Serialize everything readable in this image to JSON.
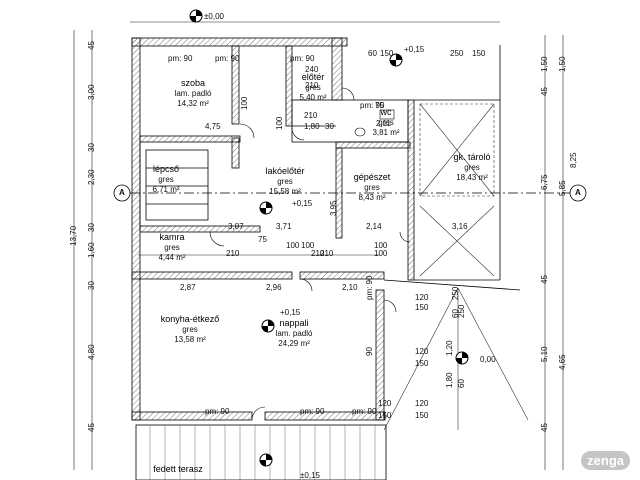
{
  "rooms": [
    {
      "name": "szoba",
      "floor": "lam. padló",
      "area": "14,32 m²"
    },
    {
      "name": "előtér",
      "floor": "gres",
      "area": "5,40 m²"
    },
    {
      "name": "wc",
      "floor": "gres",
      "area": "3,81 m²"
    },
    {
      "name": "lépcső",
      "floor": "gres",
      "area": "6,71 m²"
    },
    {
      "name": "lakóelőtér",
      "floor": "gres",
      "area": "15,58 m²"
    },
    {
      "name": "gépészet",
      "floor": "gres",
      "area": "8,43 m²"
    },
    {
      "name": "gk. tároló",
      "floor": "gres",
      "area": "18,43 m²"
    },
    {
      "name": "kamra",
      "floor": "gres",
      "area": "4,44 m²"
    },
    {
      "name": "konyha-étkező",
      "floor": "gres",
      "area": "13,58 m²"
    },
    {
      "name": "nappali",
      "floor": "lam. padló",
      "area": "24,29 m²"
    },
    {
      "name": "fedett terasz",
      "floor": "",
      "area": ""
    }
  ],
  "levels": [
    "±0,00",
    "+0,15",
    "+0,15",
    "+0,15",
    "0,00",
    "±0,15"
  ],
  "section_marker": "A",
  "dims_left": [
    "45",
    "3,00",
    "30",
    "2,30",
    "30",
    "1,60",
    "13,70",
    "30",
    "4,80",
    "45"
  ],
  "dims_right_a": [
    "1,50",
    "45",
    "6,75",
    "45",
    "5,10",
    "45"
  ],
  "dims_right_b": [
    "1,50",
    "8,25",
    "5,85",
    "4,65"
  ],
  "dims_h": [
    "4,75",
    "1,80",
    "30",
    "3,07",
    "3,71",
    "2,14",
    "3,16",
    "2,87",
    "2,96",
    "2,10"
  ],
  "openings": [
    "pm: 90",
    "pm: 90",
    "pm: 90",
    "pm: 90",
    "pm: 90",
    "pm: 90",
    "pm: 90",
    "pm: 90"
  ],
  "misc": [
    "240",
    "210",
    "100",
    "210",
    "100",
    "75",
    "210",
    "100",
    "100",
    "75",
    "210",
    "100",
    "100",
    "210",
    "120",
    "150",
    "120",
    "150",
    "120",
    "150",
    "120",
    "150",
    "250",
    "150",
    "60",
    "150",
    "3,95",
    "2,11",
    "60",
    "250",
    "1,80",
    "1,20",
    "90",
    "250",
    "60"
  ],
  "watermark": "zenga"
}
